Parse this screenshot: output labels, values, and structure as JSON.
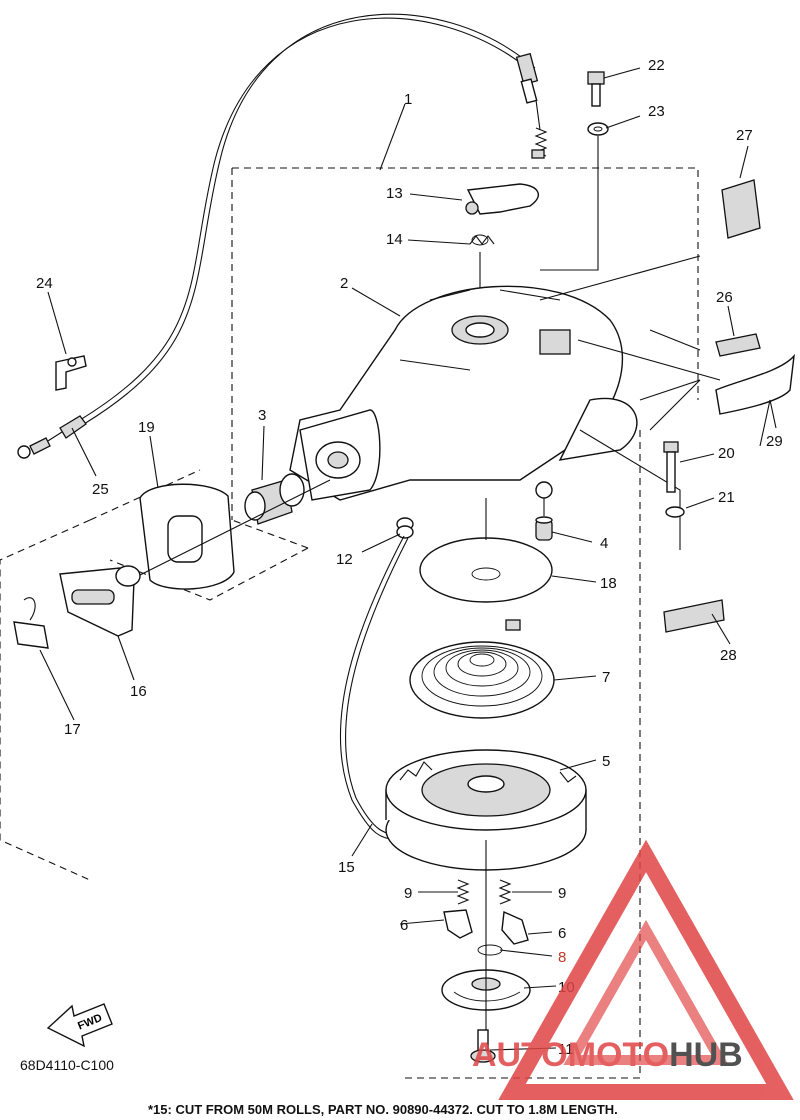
{
  "diagram_code": "68D4110-C100",
  "fwd_label": "FWD",
  "footnote": "*15: CUT FROM 50M ROLLS, PART NO. 90890-44372. CUT TO 1.8M LENGTH.",
  "watermark": {
    "prefix": "AUTOMOTO",
    "suffix": "HUB",
    "color": "#e04545",
    "dark": "#333333"
  },
  "callouts": {
    "p1": "1",
    "p2": "2",
    "p3": "3",
    "p4": "4",
    "p5": "5",
    "p6a": "6",
    "p6b": "6",
    "p7": "7",
    "p8": "8",
    "p9a": "9",
    "p9b": "9",
    "p10": "10",
    "p11": "11",
    "p12": "12",
    "p13": "13",
    "p14": "14",
    "p15": "15",
    "p16": "16",
    "p17": "17",
    "p18": "18",
    "p19": "19",
    "p20": "20",
    "p21": "21",
    "p22": "22",
    "p23": "23",
    "p24": "24",
    "p25": "25",
    "p26": "26",
    "p27": "27",
    "p28": "28",
    "p29": "29"
  }
}
